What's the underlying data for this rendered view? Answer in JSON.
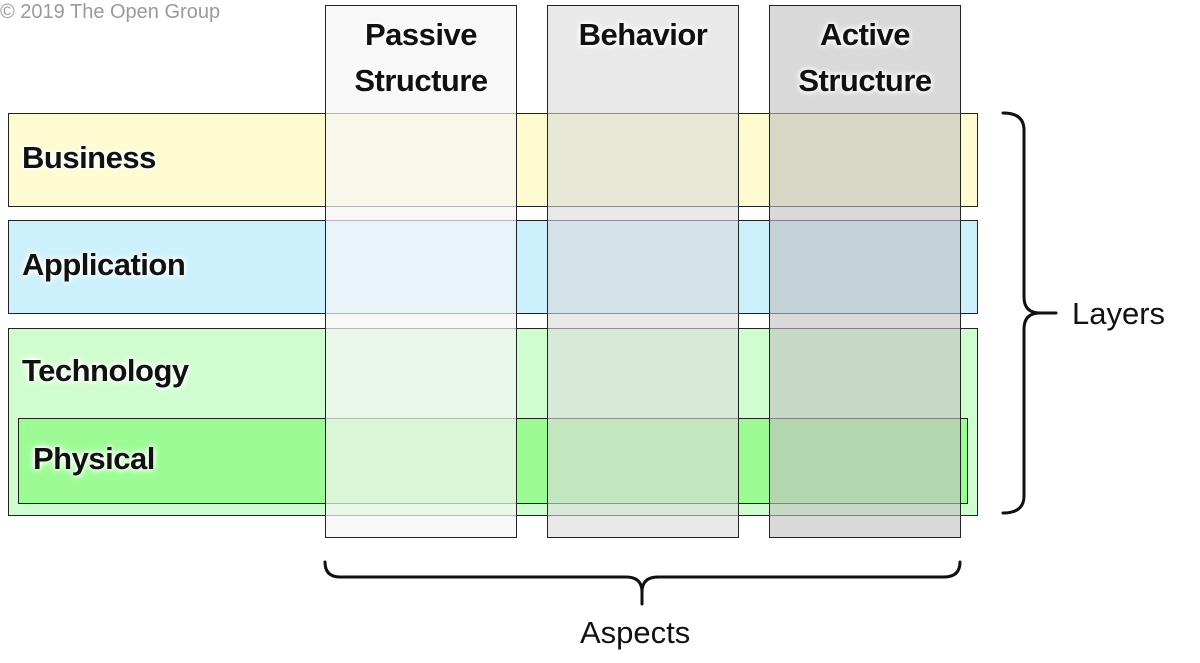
{
  "copyright": "© 2019 The Open Group",
  "layers": [
    {
      "id": "business",
      "label": "Business",
      "color": "#fdfbcf"
    },
    {
      "id": "application",
      "label": "Application",
      "color": "#cdf0fd"
    },
    {
      "id": "technology",
      "label": "Technology",
      "color": "#d0fdcf"
    },
    {
      "id": "physical",
      "label": "Physical",
      "color": "#9dfb95"
    }
  ],
  "aspects": [
    {
      "id": "passive",
      "label_line1": "Passive",
      "label_line2": "Structure",
      "color": "#f5f5f5"
    },
    {
      "id": "behavior",
      "label_line1": "Behavior",
      "label_line2": "",
      "color": "#e0e0e0"
    },
    {
      "id": "active",
      "label_line1": "Active",
      "label_line2": "Structure",
      "color": "#c8c8c8"
    }
  ],
  "layers_brace_label": "Layers",
  "aspects_brace_label": "Aspects"
}
